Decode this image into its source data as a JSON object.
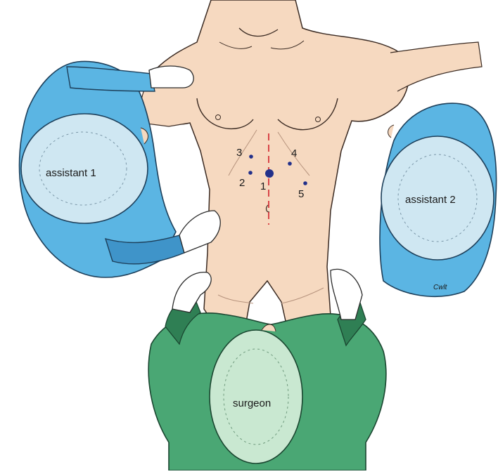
{
  "figure": {
    "roles": {
      "assistant1": "assistant 1",
      "assistant2": "assistant 2",
      "surgeon": "surgeon"
    },
    "ports": [
      "1",
      "2",
      "3",
      "4",
      "5"
    ],
    "signature": "Cwlt"
  },
  "colors": {
    "skin": "#f6d9c0",
    "skin_outline": "#3a2a22",
    "assistant_gown": "#5bb5e3",
    "assistant_gown_dark": "#3f94c9",
    "assistant_cap": "#cfe7f2",
    "surgeon_gown": "#4aa774",
    "surgeon_gown_dark": "#2f7f54",
    "surgeon_cap": "#c9e8d1",
    "glove": "#ffffff",
    "midline": "#d0202a",
    "port_dot": "#22308a"
  }
}
